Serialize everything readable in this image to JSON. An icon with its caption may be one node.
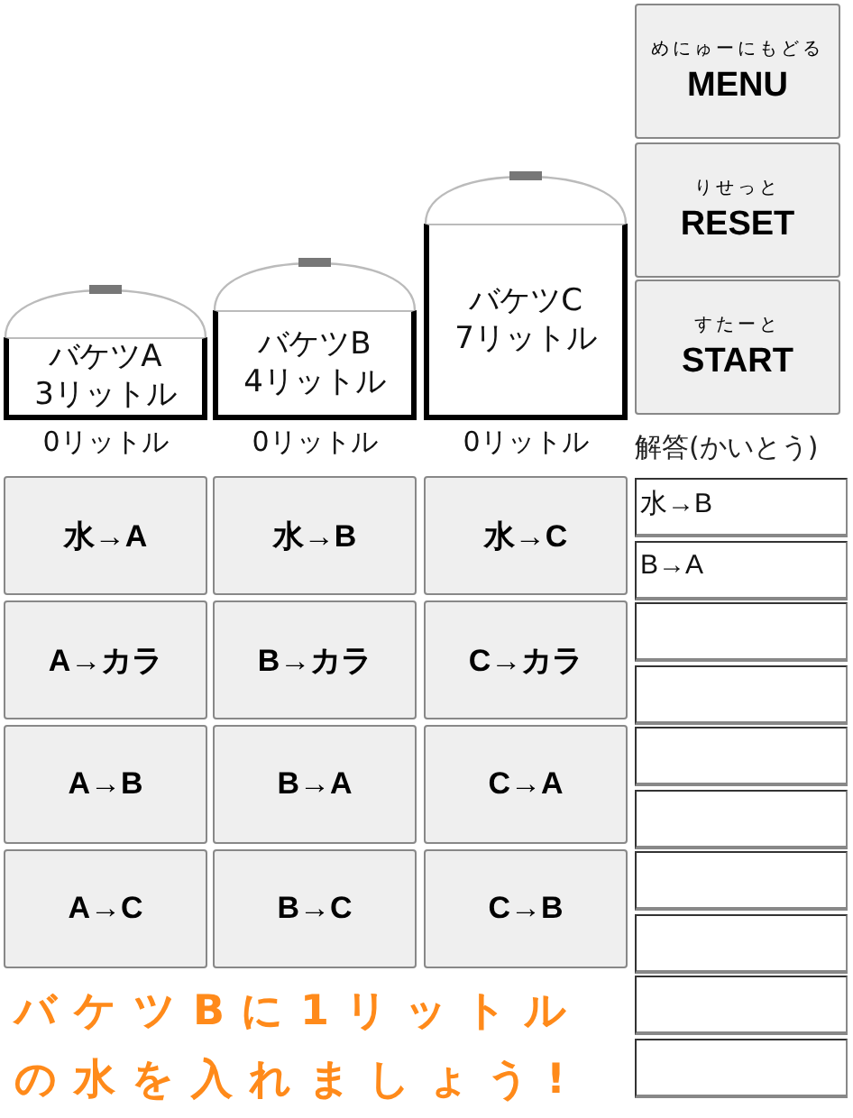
{
  "diagram": {
    "nodes": [
      {
        "text": [
          "バケツA 3リットル"
        ],
        "beside": [
          "0リットル"
        ]
      },
      {
        "text": [
          "バケツB 4リットル"
        ],
        "beside": [
          "0リットル"
        ]
      },
      {
        "text": [
          "バケツC 7リットル"
        ],
        "beside": [
          "0リットル"
        ]
      },
      {
        "text": [
          "めにゅーにもどる",
          "MENU"
        ]
      },
      {
        "text": [
          "りせっと",
          "RESET"
        ]
      },
      {
        "text": [
          "すたーと",
          "START"
        ]
      },
      {
        "text": [
          "水→A"
        ]
      },
      {
        "text": [
          "水→B"
        ]
      },
      {
        "text": [
          "水→C"
        ]
      },
      {
        "text": [
          "A→カラ"
        ]
      },
      {
        "text": [
          "B→カラ"
        ]
      },
      {
        "text": [
          "C→カラ"
        ]
      },
      {
        "text": [
          "A→B"
        ]
      },
      {
        "text": [
          "B→A"
        ]
      },
      {
        "text": [
          "C→A"
        ]
      },
      {
        "text": [
          "A→C"
        ]
      },
      {
        "text": [
          "B→C"
        ]
      },
      {
        "text": [
          "C→B"
        ]
      },
      {
        "text": [
          "水→B"
        ]
      },
      {
        "text": [
          "B→A"
        ]
      },
      {
        "text": [],
        "shape": "box"
      },
      {
        "text": [],
        "shape": "box"
      },
      {
        "text": [],
        "shape": "box"
      },
      {
        "text": [],
        "shape": "box"
      },
      {
        "text": [],
        "shape": "box"
      },
      {
        "text": [],
        "shape": "box"
      },
      {
        "text": [],
        "shape": "box"
      },
      {
        "text": [],
        "shape": "box"
      }
    ],
    "labels": [
      "解答(かいとう)",
      "バケツBに1リットルの水を入れましょう!"
    ]
  }
}
